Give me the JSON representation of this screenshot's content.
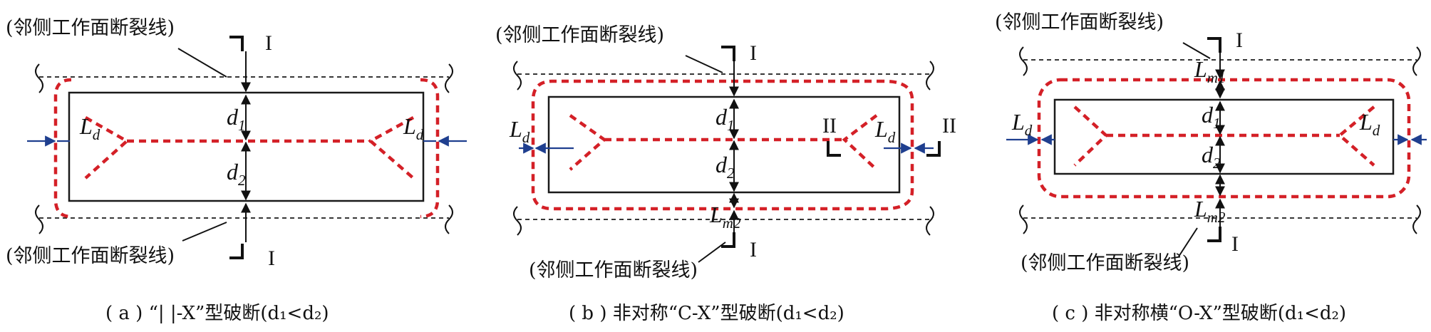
{
  "panels": [
    {
      "id": "a",
      "adjacent_label_top": "(邻侧工作面断裂线)",
      "adjacent_label_bottom": "(邻侧工作面断裂线)",
      "section_top": "I",
      "section_bottom": "I",
      "d1": "d",
      "d1_sub": "1",
      "d2": "d",
      "d2_sub": "2",
      "ld_left": "L",
      "ld_left_sub": "d",
      "ld_right": "L",
      "ld_right_sub": "d",
      "caption": "( a ) “| |-X”型破断(d₁<d₂)"
    },
    {
      "id": "b",
      "adjacent_label_top": "(邻侧工作面断裂线)",
      "adjacent_label_bottom": "(邻侧工作面断裂线)",
      "section_top": "I",
      "section_bottom": "I",
      "section_right_a": "II",
      "section_right_b": "II",
      "d1": "d",
      "d1_sub": "1",
      "d2": "d",
      "d2_sub": "2",
      "lm2": "L",
      "lm2_sub": "m2",
      "ld_left": "L",
      "ld_left_sub": "d",
      "ld_right": "L",
      "ld_right_sub": "d",
      "caption": "( b ) 非对称“C-X”型破断(d₁<d₂)"
    },
    {
      "id": "c",
      "adjacent_label_top": "(邻侧工作面断裂线)",
      "adjacent_label_bottom": "(邻侧工作面断裂线)",
      "section_top": "I",
      "section_bottom": "I",
      "d1": "d",
      "d1_sub": "1",
      "d2": "d",
      "d2_sub": "2",
      "lm1": "L",
      "lm1_sub": "m1",
      "lm2": "L",
      "lm2_sub": "m2",
      "ld_left": "L",
      "ld_left_sub": "d",
      "ld_right": "L",
      "ld_right_sub": "d",
      "caption": "( c ) 非对称横“O-X”型破断(d₁<d₂)"
    }
  ],
  "colors": {
    "fracture_line": "#d42027",
    "outline": "#1a1a1a",
    "dimension_arrow": "#1f3f8f"
  }
}
